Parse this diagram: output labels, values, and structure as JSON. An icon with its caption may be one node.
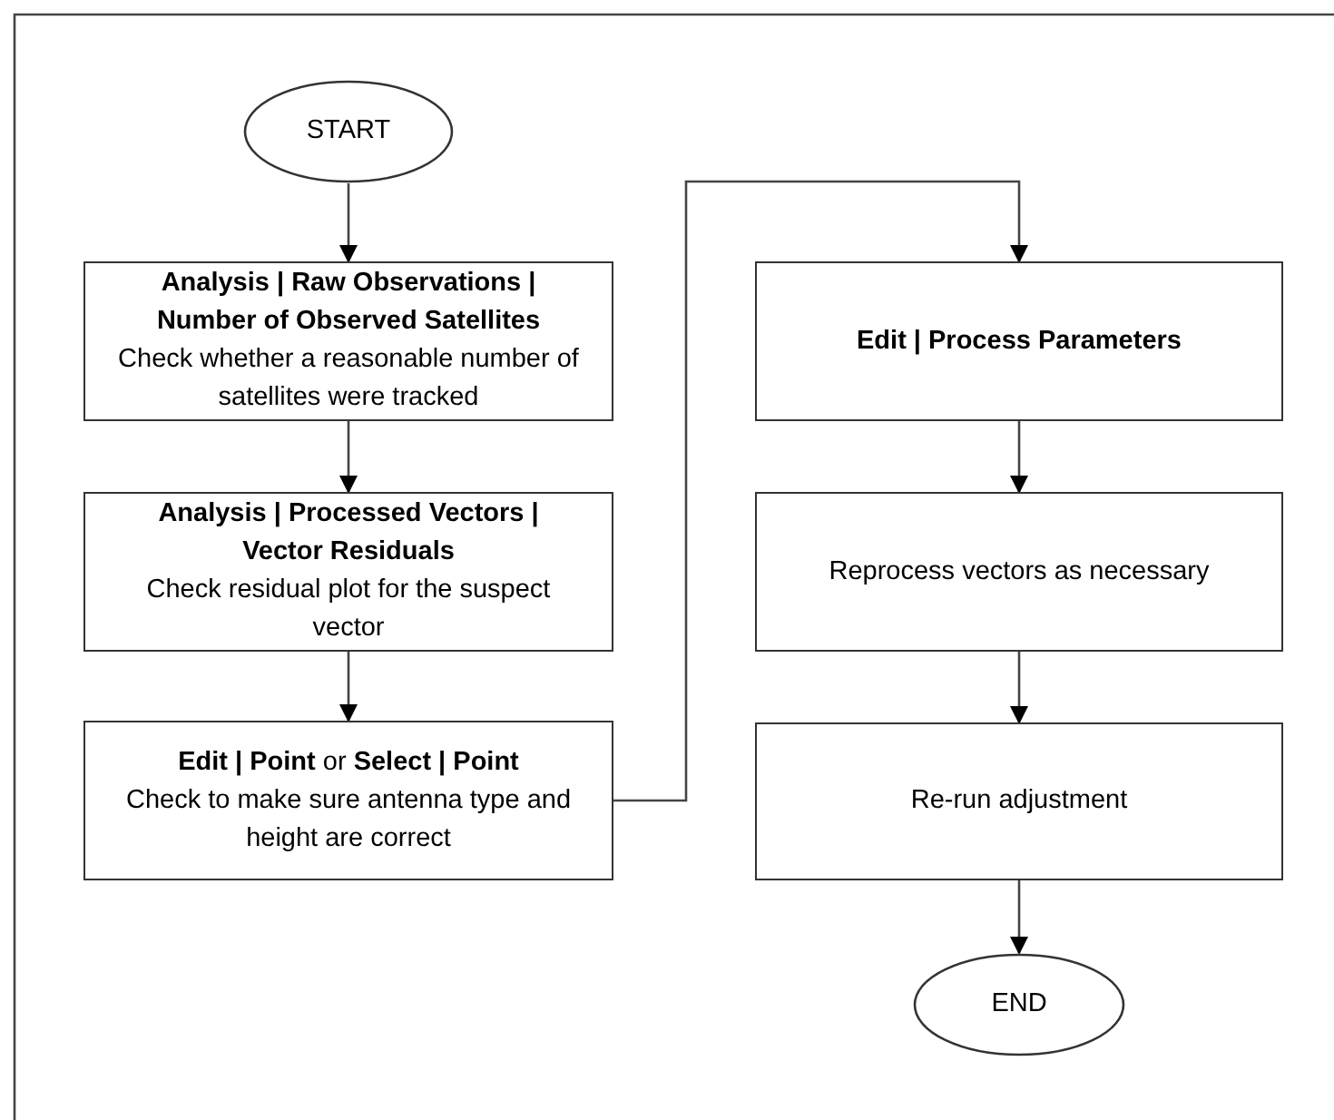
{
  "diagram": {
    "nodes": [
      {
        "text": [
          "START"
        ]
      },
      {
        "text": [
          "Analysis | Raw Observations | Number of Observed Satellites",
          "Check whether a reasonable number of satellites were tracked"
        ]
      },
      {
        "text": [
          "Analysis | Processed Vectors | Vector Residuals",
          "Check residual plot for the suspect vector"
        ]
      },
      {
        "text": [
          "**Edit | Point** or **Select | Point**",
          "Check to make sure antenna type and height are correct"
        ]
      },
      {
        "text": [
          "Edit | Process Parameters"
        ]
      },
      {
        "text": [
          "Reprocess vectors as necessary"
        ]
      },
      {
        "text": [
          "Re-run adjustment"
        ]
      },
      {
        "text": [
          "END"
        ]
      }
    ],
    "edges": [
      {
        "from": 0,
        "to": 1,
        "arrow": "to"
      },
      {
        "from": 1,
        "to": 2,
        "arrow": "to"
      },
      {
        "from": 2,
        "to": 3,
        "arrow": "to"
      },
      {
        "from": 3,
        "to": 4,
        "arrow": "to"
      },
      {
        "from": 4,
        "to": 5,
        "arrow": "to"
      },
      {
        "from": 5,
        "to": 6,
        "arrow": "to"
      },
      {
        "from": 6,
        "to": 7,
        "arrow": "to"
      }
    ]
  }
}
